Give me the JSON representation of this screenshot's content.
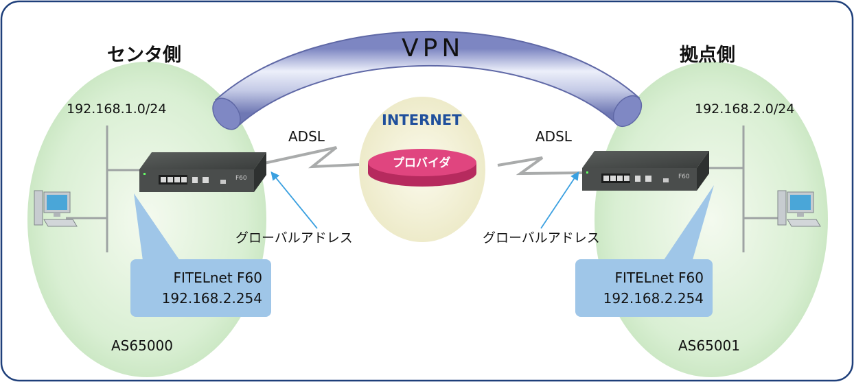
{
  "vpn_label": "VPN",
  "internet": {
    "label": "INTERNET",
    "provider_label": "プロバイダ"
  },
  "left_site": {
    "title": "センタ側",
    "network": "192.168.1.0/24",
    "as_number": "AS65000",
    "link_label": "ADSL",
    "global_address_label": "グローバルアドレス",
    "router_name": "FITELnet F60",
    "router_ip": "192.168.2.254",
    "router_model_badge": "F60"
  },
  "right_site": {
    "title": "拠点側",
    "network": "192.168.2.0/24",
    "as_number": "AS65001",
    "link_label": "ADSL",
    "global_address_label": "グローバルアドレス",
    "router_name": "FITELnet F60",
    "router_ip": "192.168.2.254",
    "router_model_badge": "F60"
  },
  "colors": {
    "frame_border": "#1e3f7a",
    "site_ellipse": "#d6edd0",
    "internet_ellipse": "#f2f0d2",
    "vpn_tube": "#b7bee0",
    "provider_disc": "#e0457f",
    "callout": "#9fc6e8",
    "arrow": "#3aa0e0"
  }
}
